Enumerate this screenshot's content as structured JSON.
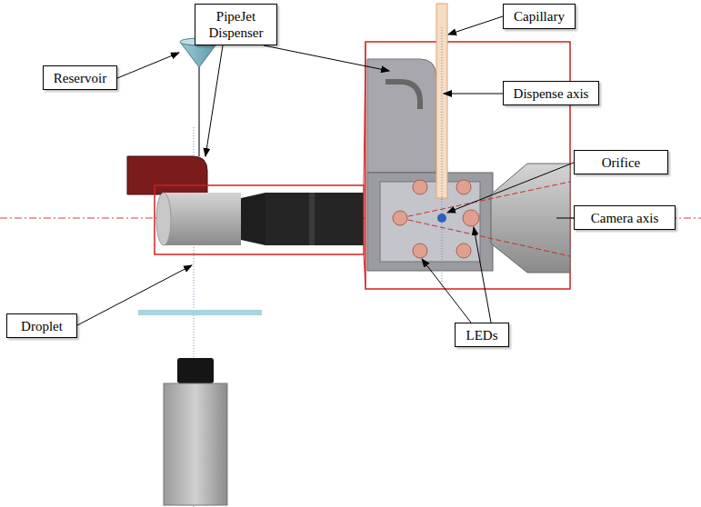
{
  "diagram": {
    "nodes": [
      {
        "text": [
          "PipeJet Dispenser"
        ]
      },
      {
        "text": [
          "Capillary"
        ]
      },
      {
        "text": [
          "Reservoir"
        ]
      },
      {
        "text": [
          "Dispense axis"
        ]
      },
      {
        "text": [
          "Orifice"
        ]
      },
      {
        "text": [
          "Camera axis"
        ]
      },
      {
        "text": [
          "Droplet"
        ]
      },
      {
        "text": [
          "LEDs"
        ]
      }
    ]
  }
}
